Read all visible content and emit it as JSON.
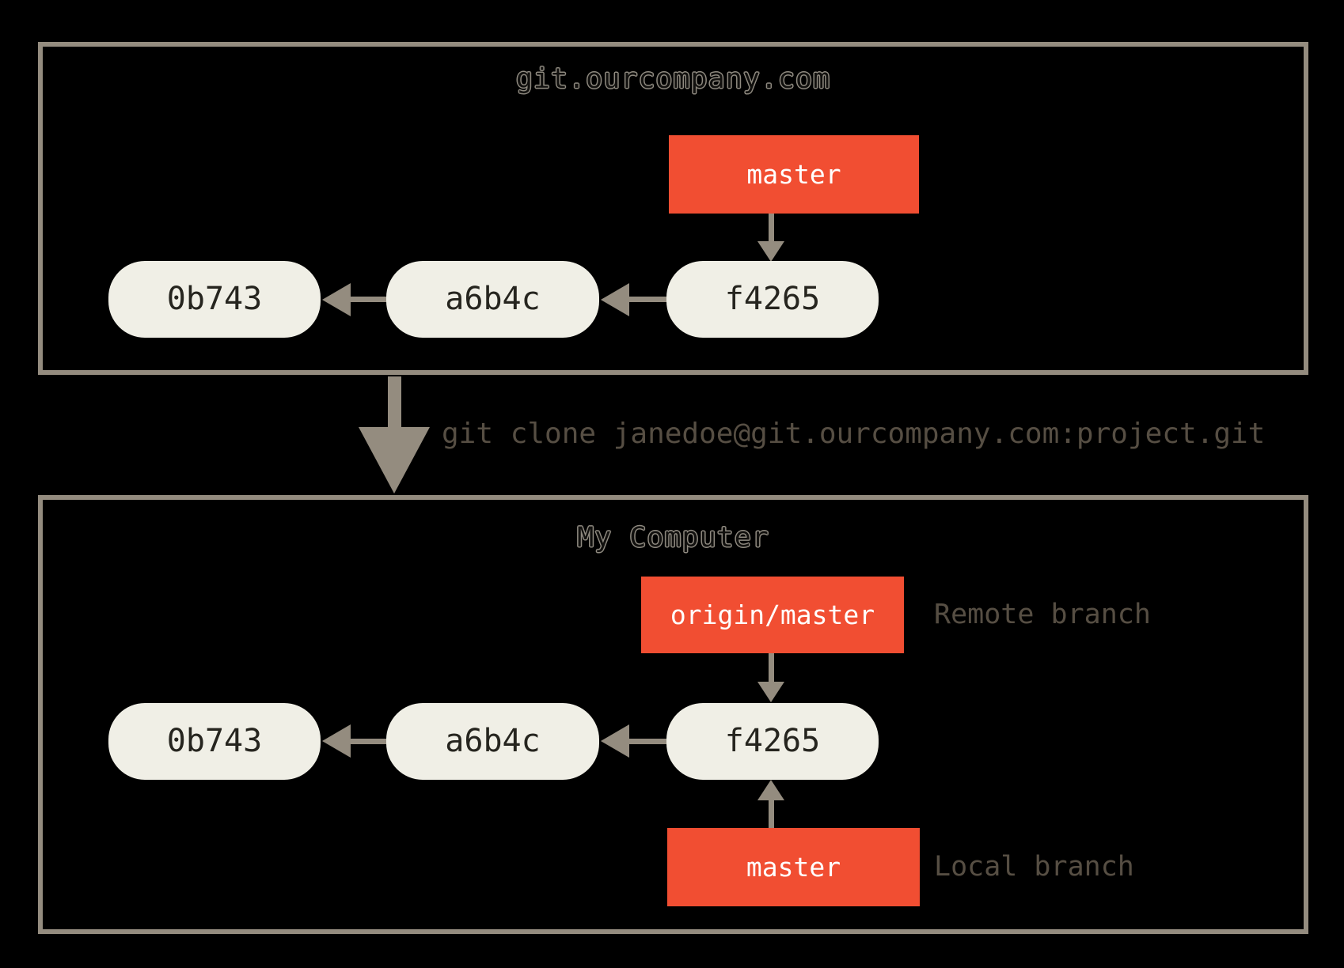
{
  "colors": {
    "background": "#000000",
    "box_border": "#948c7f",
    "arrow": "#948c7f",
    "branch_fill": "#f14e32",
    "branch_text": "#ffffff",
    "commit_fill": "#f0efe6",
    "commit_text": "#26251f",
    "title_text": "#8f8a80",
    "muted_text": "#564e43"
  },
  "remote_repo": {
    "title": "git.ourcompany.com",
    "branch_label": "master",
    "commits": [
      "0b743",
      "a6b4c",
      "f4265"
    ]
  },
  "clone_arrow": {
    "command": "git clone janedoe@git.ourcompany.com:project.git"
  },
  "local_repo": {
    "title": "My Computer",
    "remote_branch": {
      "label": "origin/master",
      "annotation": "Remote branch"
    },
    "local_branch": {
      "label": "master",
      "annotation": "Local branch"
    },
    "commits": [
      "0b743",
      "a6b4c",
      "f4265"
    ]
  }
}
